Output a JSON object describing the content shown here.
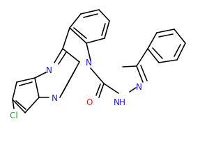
{
  "molecule": {
    "atoms": {
      "n_indole": "N",
      "n_top": "N",
      "n_bottom": "N",
      "carbonyl_o": "O",
      "hydrazide_nh": "N",
      "hydrazide_h": "H",
      "hydrazone_n": "N",
      "chlorine": "Cl"
    },
    "colors": {
      "bond": "#000000",
      "nitrogen": "#1c1ccf",
      "oxygen": "#e01b1b",
      "chlorine": "#2a9e2a"
    }
  }
}
